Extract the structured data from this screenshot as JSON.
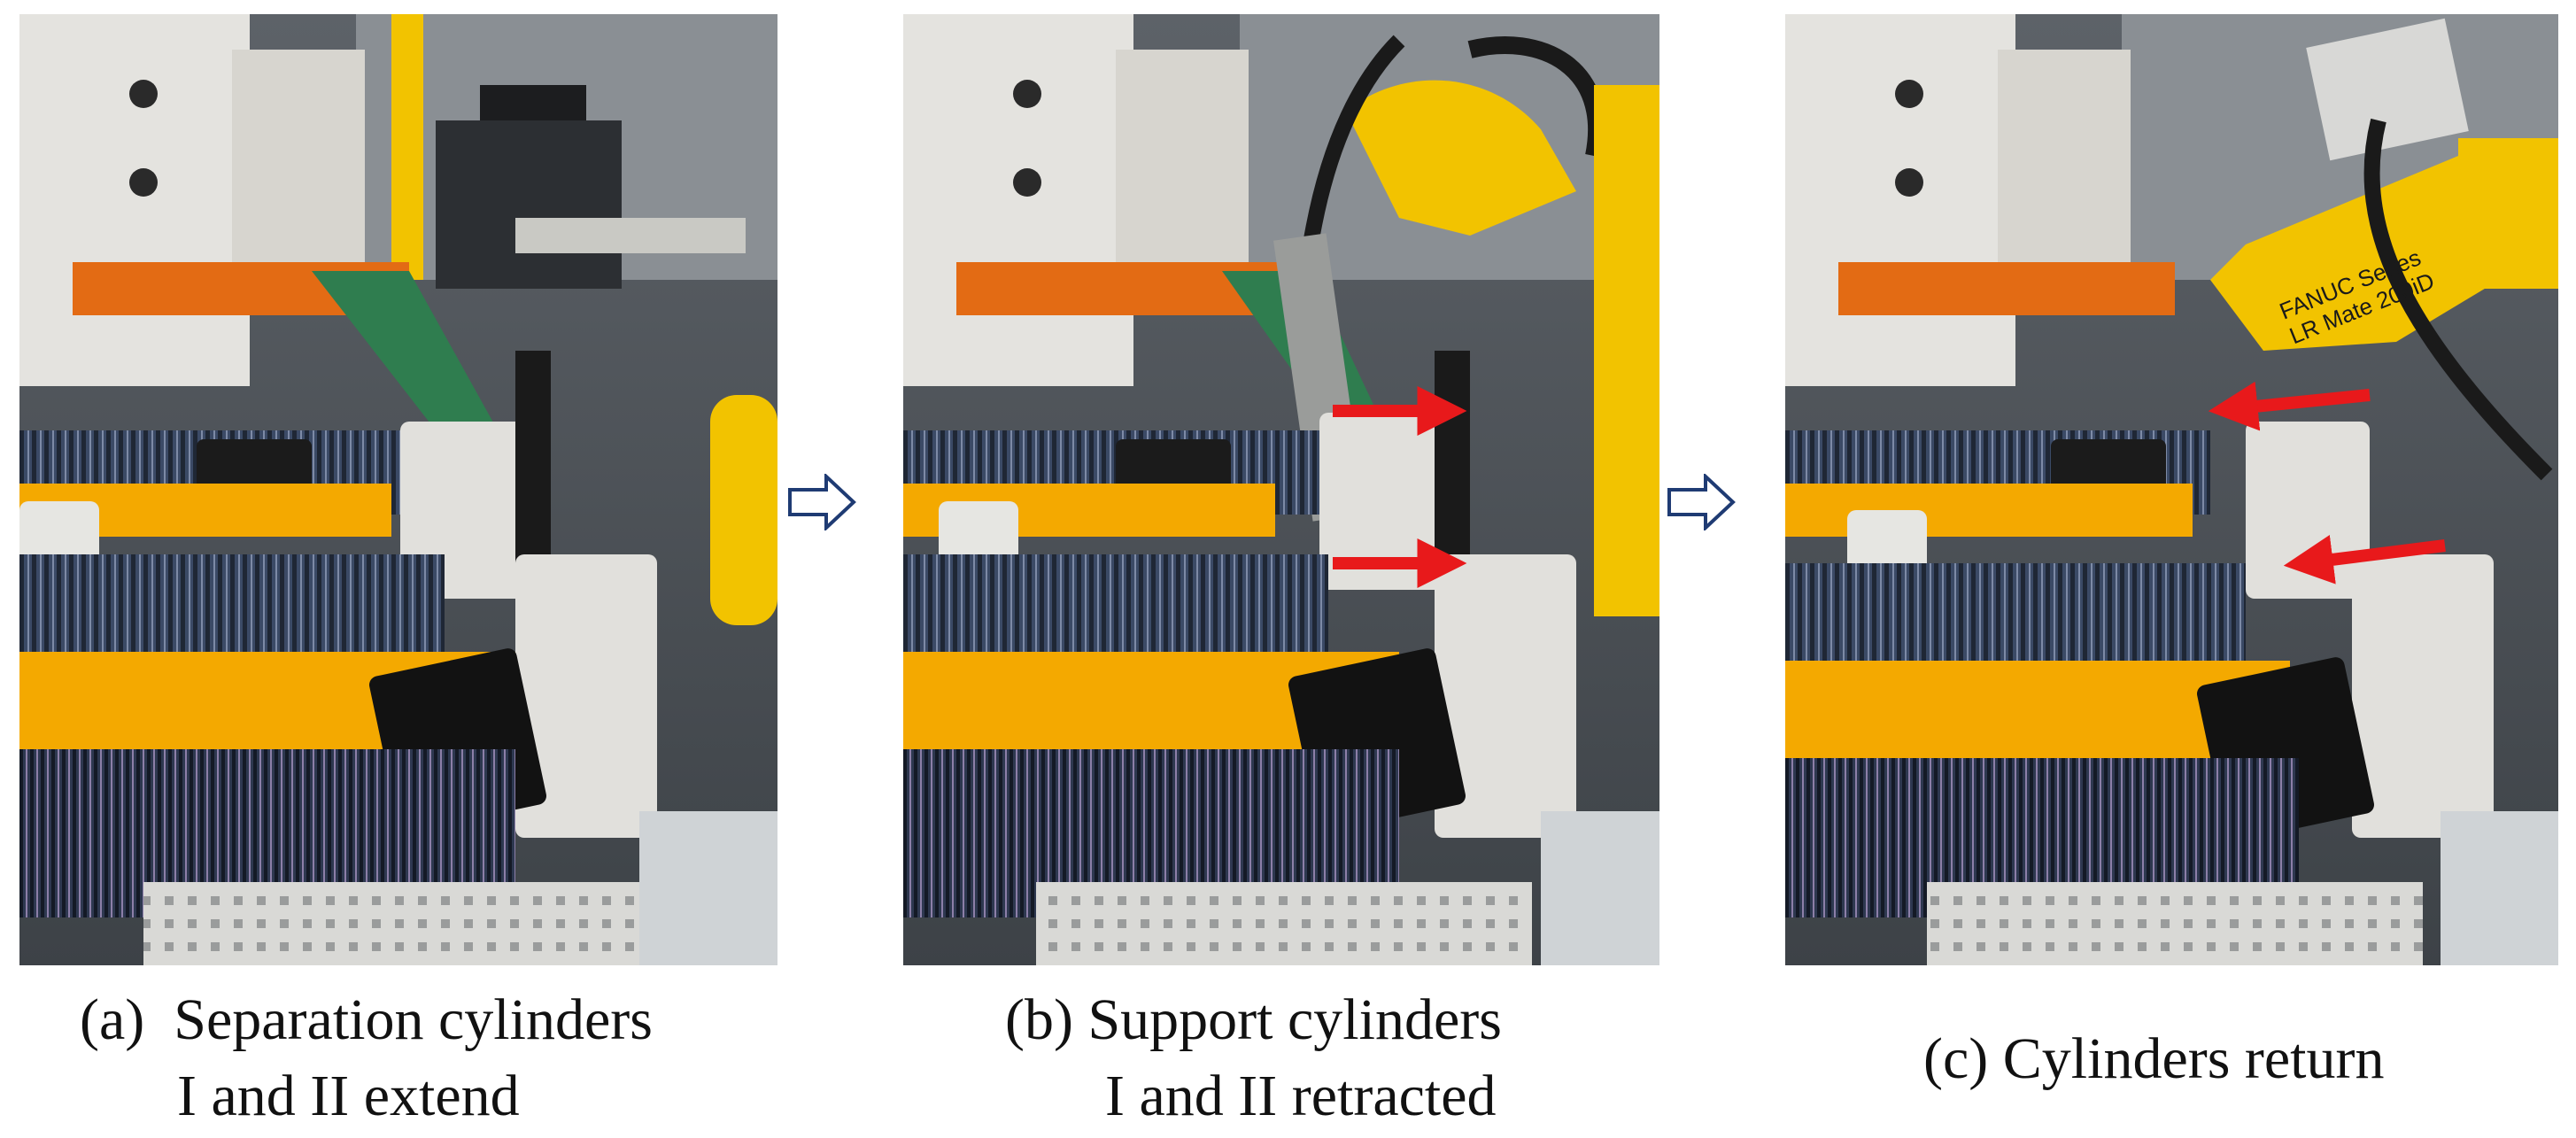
{
  "figure": {
    "panels": [
      {
        "id": "a",
        "caption_line1": "(a)  Separation cylinders",
        "caption_line2": "I and II extend"
      },
      {
        "id": "b",
        "caption_line1": "(b) Support cylinders",
        "caption_line2": "I and II retracted"
      },
      {
        "id": "c",
        "caption_line1": "(c) Cylinders return",
        "caption_line2": ""
      }
    ],
    "robot_label_line1": "FANUC Series",
    "robot_label_line2": "LR Mate 200iD",
    "colors": {
      "robot_yellow": "#f2c300",
      "rail_orange": "#f4a900",
      "indicator_arrow_red": "#e8191b",
      "flow_arrow_stroke": "#1f3b73",
      "machine_white": "#e4e3df",
      "conveyor_green": "#2f7d4f",
      "sheet_stack": "#3b4a66"
    }
  }
}
